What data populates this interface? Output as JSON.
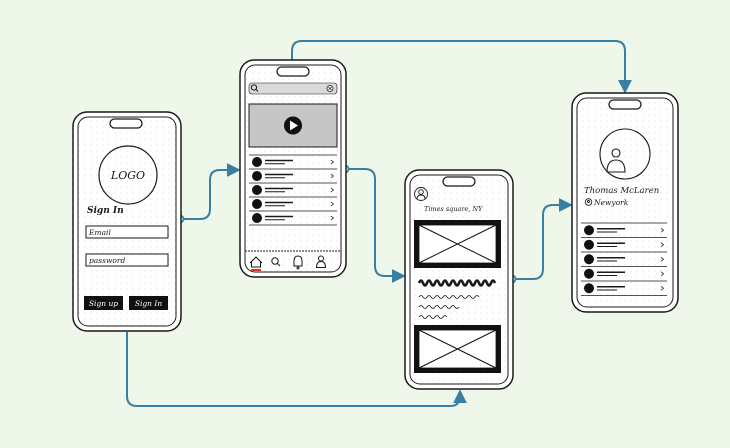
{
  "colors": {
    "background": "#eef7ea",
    "connector": "#3a7fa2",
    "ink": "#1a1a1a",
    "accent_home": "#e0302a"
  },
  "login": {
    "logo_text": "LOGO",
    "heading": "Sign In",
    "email_placeholder": "Email",
    "password_placeholder": "password",
    "signup_label": "Sign up",
    "signin_label": "Sign In"
  },
  "feed": {
    "search_icon": "search-icon",
    "video_icon": "play-icon",
    "list_rows": 5,
    "tab_icons": [
      "home-icon",
      "search-icon",
      "bell-icon",
      "user-icon"
    ]
  },
  "detail": {
    "location_text": "Times square, NY"
  },
  "profile": {
    "name": "Thomas McLaren",
    "location": "Newyork",
    "list_rows": 5
  }
}
